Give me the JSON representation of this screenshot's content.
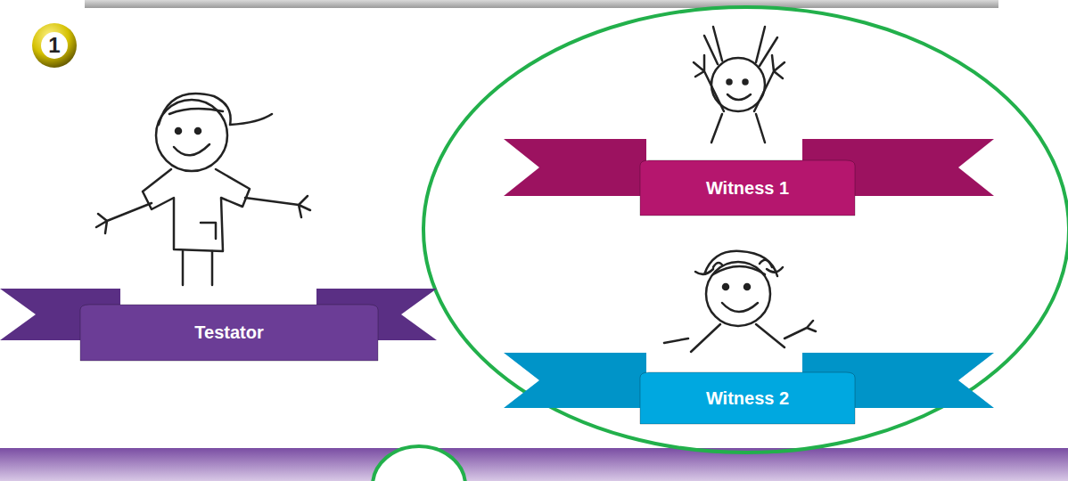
{
  "diagram": {
    "nodes": [
      {
        "text": [
          "1"
        ]
      },
      {
        "text": [
          "Testator"
        ]
      },
      {
        "text": [
          "Witness 1"
        ]
      },
      {
        "text": [
          "Witness 2"
        ]
      }
    ]
  }
}
